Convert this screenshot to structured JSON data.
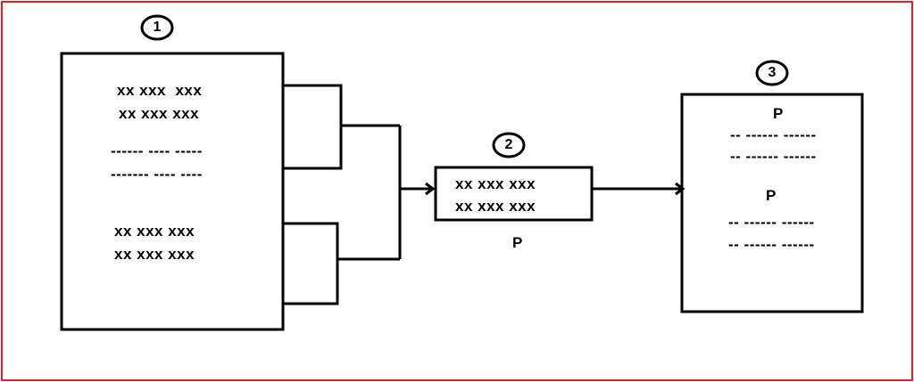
{
  "box1": {
    "number": "1",
    "group_a": [
      "xx xxx  xxx",
      "xx xxx xxx"
    ],
    "group_b": [
      "------ ---- -----",
      "------- ---- ----"
    ],
    "group_c": [
      "xx xxx xxx",
      "xx xxx xxx"
    ]
  },
  "box2": {
    "number": "2",
    "lines": [
      "xx xxx xxx",
      "xx xxx xxx"
    ],
    "caption": "P"
  },
  "box3": {
    "number": "3",
    "section1": {
      "heading": "P",
      "lines": [
        "-- ------ ------",
        "-- ------ ------"
      ]
    },
    "section2": {
      "heading": "P",
      "lines": [
        "-- ------ ------",
        "-- ------ ------"
      ]
    }
  },
  "colors": {
    "frame": "#e0202a",
    "stroke": "#000000"
  }
}
